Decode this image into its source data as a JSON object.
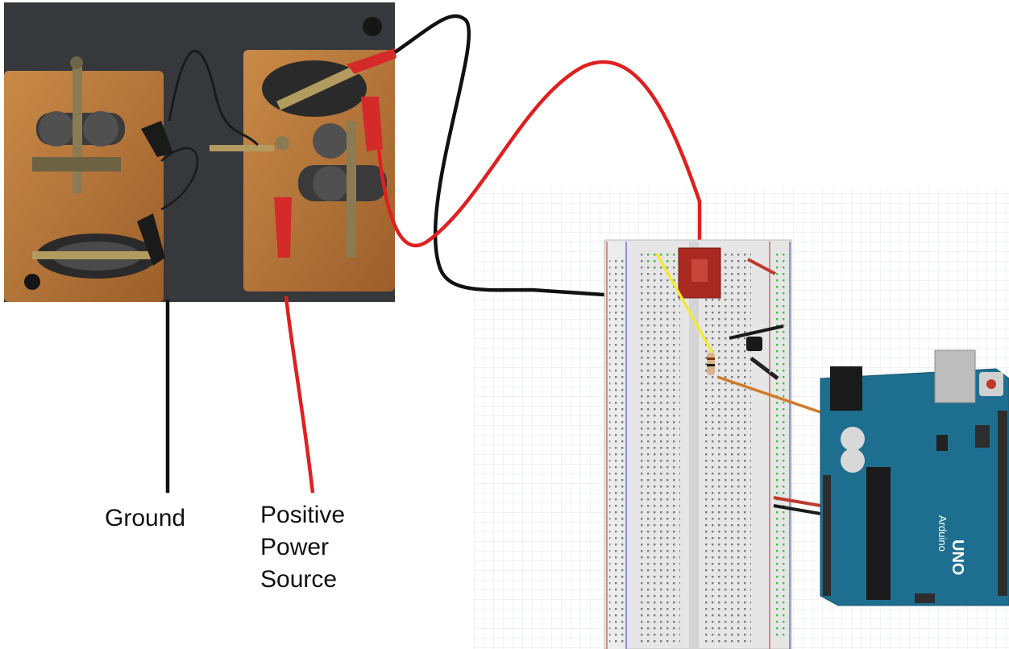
{
  "labels": {
    "ground": "Ground",
    "positive_line1": "Positive",
    "positive_line2": "Power",
    "positive_line3": "Source"
  },
  "board": {
    "brand": "Arduino",
    "model": "UNO"
  },
  "colors": {
    "ground_wire": "#111111",
    "positive_wire": "#e02020",
    "signal_wire": "#d07a2a",
    "yellow_wire": "#f2ea3a",
    "breadboard": "#e8e8e8",
    "arduino": "#1e6f8f",
    "relay": "#a82a20",
    "wood": "#b9793a"
  }
}
